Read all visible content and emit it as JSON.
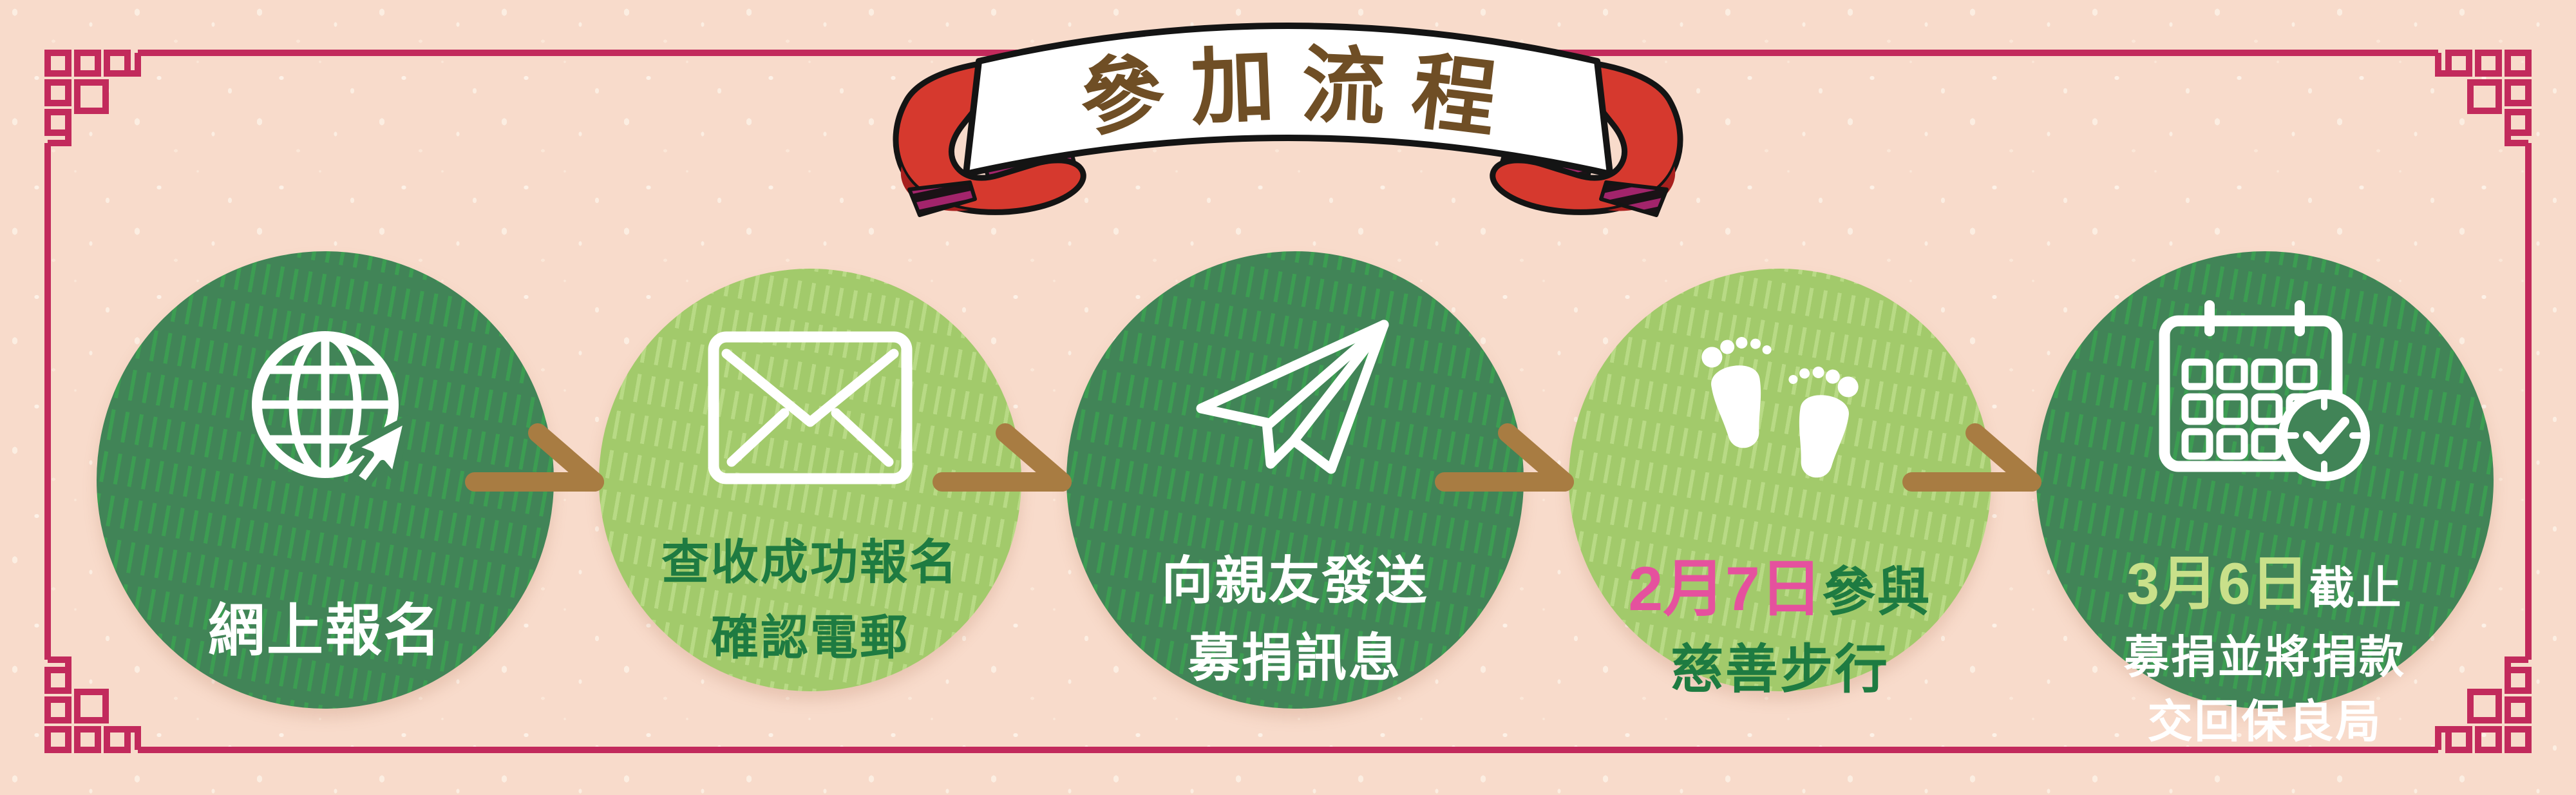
{
  "title_banner": {
    "text": "參加流程",
    "chars": [
      "參",
      "加",
      "流",
      "程"
    ],
    "text_color": "#6F4E25",
    "scroll_color": "#FFFFFF",
    "ribbon_red": "#D6392E",
    "ribbon_dark_red": "#A8201E",
    "ribbon_fold_stripe": "#A2246B",
    "outline_color": "#141414"
  },
  "background": {
    "color": "#F8DBCB",
    "speckle_color": "#FCEEE2",
    "frame_color": "#C22A5C",
    "frame_style": "chinese-lattice-corner-frame"
  },
  "arrow": {
    "icon": "arrow-right-icon",
    "color": "#A87C42",
    "count": 4
  },
  "palette": {
    "circle_dark": "#418457",
    "circle_dark_hatch": "#3C9D52",
    "circle_light": "#A2CA6B",
    "circle_light_hatch": "#B8DA85",
    "text_white": "#FFFFFF",
    "text_green": "#1E7B41",
    "date_pink": "#E5519E",
    "date_lime": "#C9E08A"
  },
  "steps": [
    {
      "id": 1,
      "variant": "dark",
      "icon": "globe-cursor-icon",
      "lines": [
        {
          "segments": [
            {
              "text": "網上報名",
              "color": "#FFFFFF"
            }
          ]
        }
      ]
    },
    {
      "id": 2,
      "variant": "light",
      "icon": "envelope-icon",
      "lines": [
        {
          "segments": [
            {
              "text": "查收成功報名",
              "color": "#1E7B41"
            }
          ]
        },
        {
          "segments": [
            {
              "text": "確認電郵",
              "color": "#1E7B41"
            }
          ]
        }
      ]
    },
    {
      "id": 3,
      "variant": "dark",
      "icon": "paper-plane-icon",
      "lines": [
        {
          "segments": [
            {
              "text": "向親友發送",
              "color": "#FFFFFF"
            }
          ]
        },
        {
          "segments": [
            {
              "text": "募捐訊息",
              "color": "#FFFFFF"
            }
          ]
        }
      ]
    },
    {
      "id": 4,
      "variant": "light",
      "icon": "footprints-icon",
      "lines": [
        {
          "segments": [
            {
              "text": "2月7日",
              "color": "#E5519E",
              "emphasis": true
            },
            {
              "text": "參與",
              "color": "#1E7B41"
            }
          ]
        },
        {
          "segments": [
            {
              "text": "慈善步行",
              "color": "#1E7B41"
            }
          ]
        }
      ]
    },
    {
      "id": 5,
      "variant": "dark",
      "icon": "calendar-check-icon",
      "lines": [
        {
          "segments": [
            {
              "text": "3月6日",
              "color": "#C9E08A",
              "emphasis": true
            },
            {
              "text": "截止",
              "color": "#FFFFFF"
            }
          ]
        },
        {
          "segments": [
            {
              "text": "募捐並將捐款",
              "color": "#FFFFFF"
            }
          ]
        },
        {
          "segments": [
            {
              "text": "交回保良局",
              "color": "#FFFFFF"
            }
          ]
        }
      ]
    }
  ]
}
